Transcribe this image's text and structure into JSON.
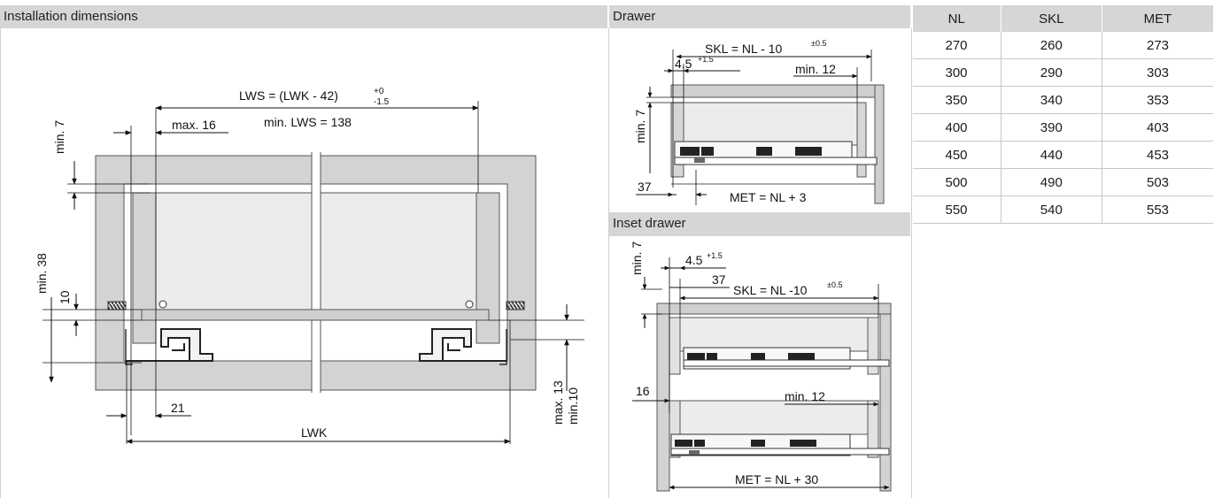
{
  "headers": {
    "installation": "Installation dimensions",
    "drawer": "Drawer",
    "inset": "Inset drawer"
  },
  "installation_labels": {
    "lws_formula": "LWS = (LWK - 42)",
    "lws_tol_upper": "+0",
    "lws_tol_lower": "-1.5",
    "min_lws": "min. LWS = 138",
    "max16": "max. 16",
    "min7": "min. 7",
    "min38": "min. 38",
    "ten": "10",
    "twentyone": "21",
    "lwk": "LWK",
    "max13": "max. 13",
    "min10": "min.10"
  },
  "drawer_labels": {
    "skl": "SKL = NL - 10",
    "skl_tol": "±0.5",
    "four5": "4.5",
    "four5_tol": "+1.5",
    "min12": "min. 12",
    "min7": "min. 7",
    "thirty7": "37",
    "met": "MET = NL + 3"
  },
  "inset_labels": {
    "min7": "min. 7",
    "four5": "4.5",
    "four5_tol": "+1.5",
    "thirty7": "37",
    "skl": "SKL = NL -10",
    "skl_tol": "±0.5",
    "sixteen": "16",
    "min12": "min. 12",
    "met": "MET = NL + 30"
  },
  "table": {
    "columns": [
      "NL",
      "SKL",
      "MET"
    ],
    "rows": [
      [
        "270",
        "260",
        "273"
      ],
      [
        "300",
        "290",
        "303"
      ],
      [
        "350",
        "340",
        "353"
      ],
      [
        "400",
        "390",
        "403"
      ],
      [
        "450",
        "440",
        "453"
      ],
      [
        "500",
        "490",
        "503"
      ],
      [
        "550",
        "540",
        "553"
      ]
    ]
  }
}
